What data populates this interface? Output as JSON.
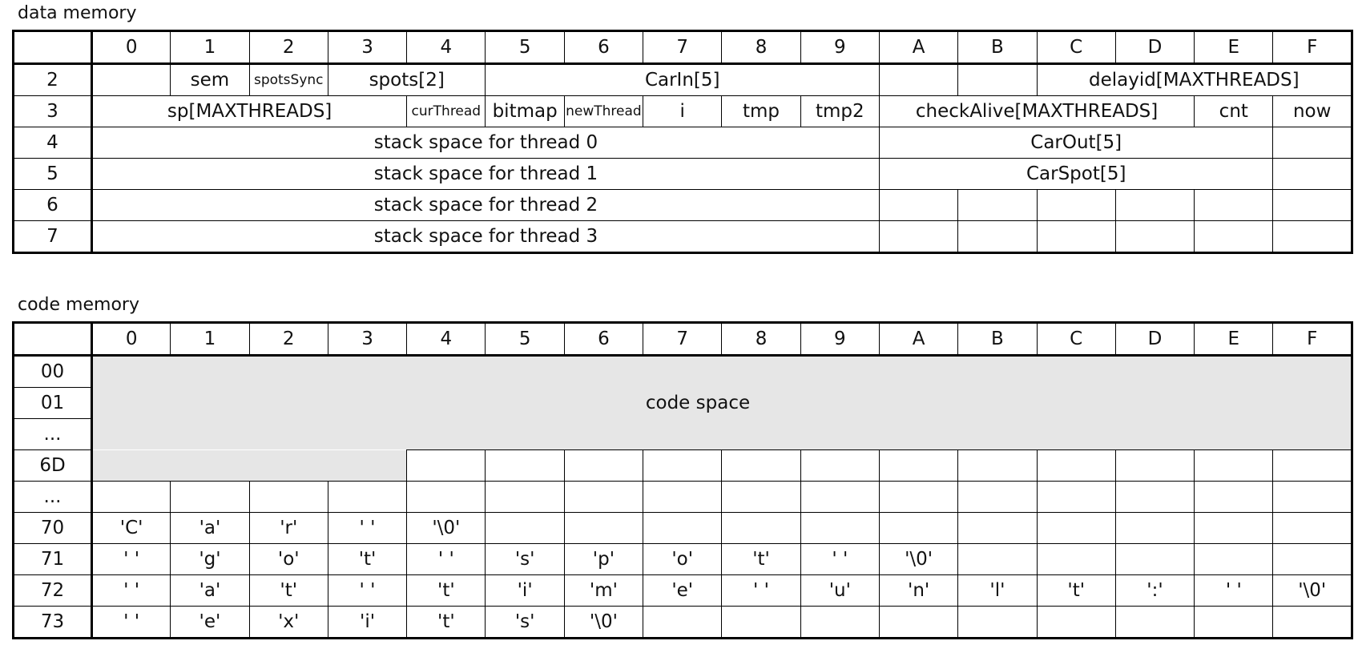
{
  "data_memory": {
    "title": "data memory",
    "columns": [
      "0",
      "1",
      "2",
      "3",
      "4",
      "5",
      "6",
      "7",
      "8",
      "9",
      "A",
      "B",
      "C",
      "D",
      "E",
      "F"
    ],
    "rows": [
      {
        "label": "2",
        "cells": [
          {
            "text": "",
            "span": 1
          },
          {
            "text": "sem",
            "span": 1
          },
          {
            "text": "spotsSync",
            "span": 1,
            "small": true
          },
          {
            "text": "spots[2]",
            "span": 2
          },
          {
            "text": "CarIn[5]",
            "span": 5
          },
          {
            "text": "",
            "span": 1
          },
          {
            "text": "",
            "span": 1
          },
          {
            "text": "delayid[MAXTHREADS]",
            "span": 4
          }
        ]
      },
      {
        "label": "3",
        "cells": [
          {
            "text": "sp[MAXTHREADS]",
            "span": 4
          },
          {
            "text": "curThread",
            "span": 1,
            "small": true
          },
          {
            "text": "bitmap",
            "span": 1
          },
          {
            "text": "newThread",
            "span": 1,
            "small": true
          },
          {
            "text": "i",
            "span": 1
          },
          {
            "text": "tmp",
            "span": 1
          },
          {
            "text": "tmp2",
            "span": 1
          },
          {
            "text": "checkAlive[MAXTHREADS]",
            "span": 4
          },
          {
            "text": "cnt",
            "span": 1
          },
          {
            "text": "now",
            "span": 1
          }
        ]
      },
      {
        "label": "4",
        "cells": [
          {
            "text": "stack space for thread 0",
            "span": 10
          },
          {
            "text": "CarOut[5]",
            "span": 5
          },
          {
            "text": "",
            "span": 1
          }
        ]
      },
      {
        "label": "5",
        "cells": [
          {
            "text": "stack space for thread 1",
            "span": 10
          },
          {
            "text": "CarSpot[5]",
            "span": 5
          },
          {
            "text": "",
            "span": 1
          }
        ]
      },
      {
        "label": "6",
        "cells": [
          {
            "text": "stack space for thread 2",
            "span": 10
          },
          {
            "text": "",
            "span": 1
          },
          {
            "text": "",
            "span": 1
          },
          {
            "text": "",
            "span": 1
          },
          {
            "text": "",
            "span": 1
          },
          {
            "text": "",
            "span": 1
          },
          {
            "text": "",
            "span": 1
          }
        ]
      },
      {
        "label": "7",
        "cells": [
          {
            "text": "stack space for thread 3",
            "span": 10
          },
          {
            "text": "",
            "span": 1
          },
          {
            "text": "",
            "span": 1
          },
          {
            "text": "",
            "span": 1
          },
          {
            "text": "",
            "span": 1
          },
          {
            "text": "",
            "span": 1
          },
          {
            "text": "",
            "span": 1
          }
        ]
      }
    ]
  },
  "code_memory": {
    "title": "code memory",
    "columns": [
      "0",
      "1",
      "2",
      "3",
      "4",
      "5",
      "6",
      "7",
      "8",
      "9",
      "A",
      "B",
      "C",
      "D",
      "E",
      "F"
    ],
    "code_space_label": "code space",
    "row_labels_top": [
      "00",
      "01",
      "...",
      "6D"
    ],
    "rows": [
      {
        "label": "...",
        "cells": [
          "",
          "",
          "",
          "",
          "",
          "",
          "",
          "",
          "",
          "",
          "",
          "",
          "",
          "",
          "",
          ""
        ]
      },
      {
        "label": "70",
        "cells": [
          "'C'",
          "'a'",
          "'r'",
          "' '",
          "'\\0'",
          "",
          "",
          "",
          "",
          "",
          "",
          "",
          "",
          "",
          "",
          ""
        ]
      },
      {
        "label": "71",
        "cells": [
          "' '",
          "'g'",
          "'o'",
          "'t'",
          "' '",
          "'s'",
          "'p'",
          "'o'",
          "'t'",
          "' '",
          "'\\0'",
          "",
          "",
          "",
          "",
          ""
        ]
      },
      {
        "label": "72",
        "cells": [
          "' '",
          "'a'",
          "'t'",
          "' '",
          "'t'",
          "'i'",
          "'m'",
          "'e'",
          "' '",
          "'u'",
          "'n'",
          "'l'",
          "'t'",
          "':'",
          "' '",
          "'\\0'"
        ]
      },
      {
        "label": "73",
        "cells": [
          "' '",
          "'e'",
          "'x'",
          "'i'",
          "'t'",
          "'s'",
          "'\\0'",
          "",
          "",
          "",
          "",
          "",
          "",
          "",
          "",
          ""
        ]
      }
    ]
  },
  "colors": {
    "code_space_fill": "#e6e6e6",
    "grid_line": "#000000"
  }
}
